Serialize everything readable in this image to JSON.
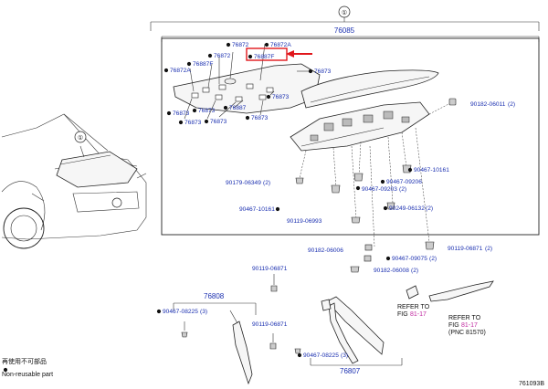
{
  "diagram": {
    "callout_main": "①",
    "callout_car": "①",
    "assembly_no": "76085",
    "labels": {
      "a_76872_1": "76872",
      "a_76872A_1": "76872A",
      "a_76872_2": "76872",
      "a_76887F_1": "76887F",
      "a_76887F_2": "76887F",
      "a_76873_r": "76873",
      "a_76872A_2": "76872A",
      "a_76873_a": "76873",
      "a_76873_b": "76873",
      "a_76873_c": "76873",
      "a_76887": "76887",
      "a_76873_d": "76873",
      "a_76873_e": "76873",
      "a_76873_f": "76873",
      "p_90182_06011": "90182-06011",
      "q_90182_06011": "(2)",
      "p_90467_10161_r": "90467-10161",
      "p_90179_06349": "90179-06349",
      "q_90179_06349": "(2)",
      "p_90467_09206": "90467-09206",
      "p_90467_09203": "90467-09203",
      "q_90467_09203": "(2)",
      "p_90467_10161_l": "90467-10161",
      "p_90249_06132": "90249-06132",
      "q_90249_06132": "(2)",
      "p_90119_06993": "90119-06993",
      "p_90182_06006": "90182-06006",
      "p_90119_06871_r": "90119-06871",
      "q_90119_06871_r": "(2)",
      "p_90467_09075": "90467-09075",
      "q_90467_09075": "(2)",
      "p_90182_06008": "90182-06008",
      "q_90182_06008": "(2)",
      "p_90119_06871_a": "90119-06871",
      "p_76808": "76808",
      "p_90467_08225_l": "90467-08225",
      "q_90467_08225_l": "(3)",
      "p_90119_06871_b": "90119-06871",
      "p_90467_08225_r": "90467-08225",
      "q_90467_08225_r": "(3)",
      "p_76807": "76807"
    },
    "refer_left": {
      "line1": "REFER TO",
      "line2": "FIG",
      "fig": "81-17"
    },
    "refer_right": {
      "line1": "REFER TO",
      "line2": "FIG",
      "fig": "81-17",
      "line3": "(PNC 81570)"
    },
    "legend": {
      "jp": "再使用不可部品",
      "en": "Non-reusable part"
    },
    "figure_code": "761093B",
    "highlight_color": "#e0161b",
    "label_color": "#1a2fb0",
    "fig_color": "#c02aa0"
  }
}
